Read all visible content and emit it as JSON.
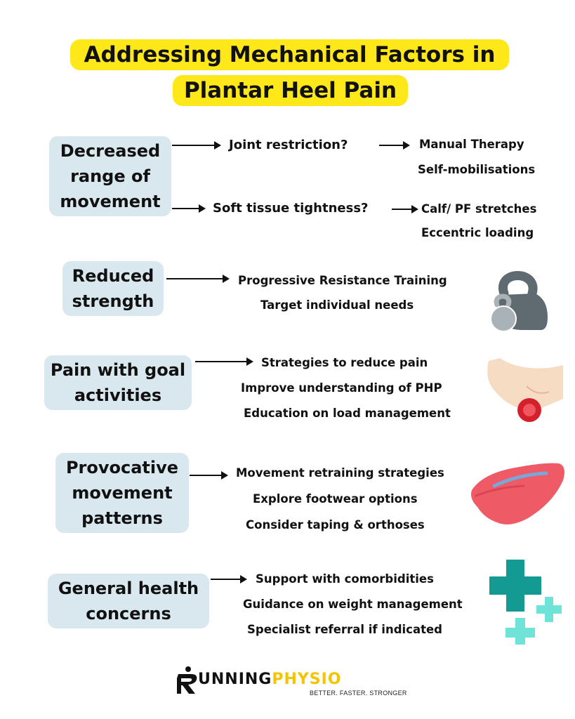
{
  "title": {
    "line1": "Addressing Mechanical Factors in",
    "line2": "Plantar Heel Pain"
  },
  "rows": {
    "rom": {
      "label": [
        "Decreased",
        "range of",
        "movement"
      ],
      "branch1": {
        "cause": "Joint restriction?",
        "items": [
          "Manual Therapy",
          "Self-mobilisations"
        ]
      },
      "branch2": {
        "cause": "Soft tissue tightness?",
        "items": [
          "Calf/ PF stretches",
          "Eccentric loading"
        ]
      }
    },
    "strength": {
      "label": [
        "Reduced",
        "strength"
      ],
      "items": [
        "Progressive Resistance Training",
        "Target individual needs"
      ],
      "icon": "kettlebell-icon"
    },
    "pain": {
      "label": [
        "Pain with goal",
        "activities"
      ],
      "items": [
        "Strategies to reduce pain",
        "Improve understanding of PHP",
        "Education on load management"
      ],
      "icon": "heel-pain-icon"
    },
    "movement": {
      "label": [
        "Provocative",
        "movement",
        "patterns"
      ],
      "items": [
        "Movement retraining strategies",
        "Explore footwear options",
        "Consider taping & orthoses"
      ],
      "icon": "insole-icon"
    },
    "health": {
      "label": [
        "General health",
        "concerns"
      ],
      "items": [
        "Support with comorbidities",
        "Guidance on weight management",
        "Specialist referral if indicated"
      ],
      "icon": "medical-cross-icon"
    }
  },
  "logo": {
    "part1": "UNNING",
    "part2": "PHYSIO",
    "tagline": "BETTER. FASTER. STRONGER"
  },
  "colors": {
    "title_bg": "#ffe81a",
    "pill_bg": "#d9e8ee",
    "logo_yellow": "#f5c400",
    "kettlebell_dark": "#5f6b70",
    "kettlebell_light": "#a9b3b7",
    "heel_red": "#d3202b",
    "insole_red": "#ee5a65",
    "cross_teal": "#139a93",
    "cross_aqua": "#6fe3d8"
  }
}
